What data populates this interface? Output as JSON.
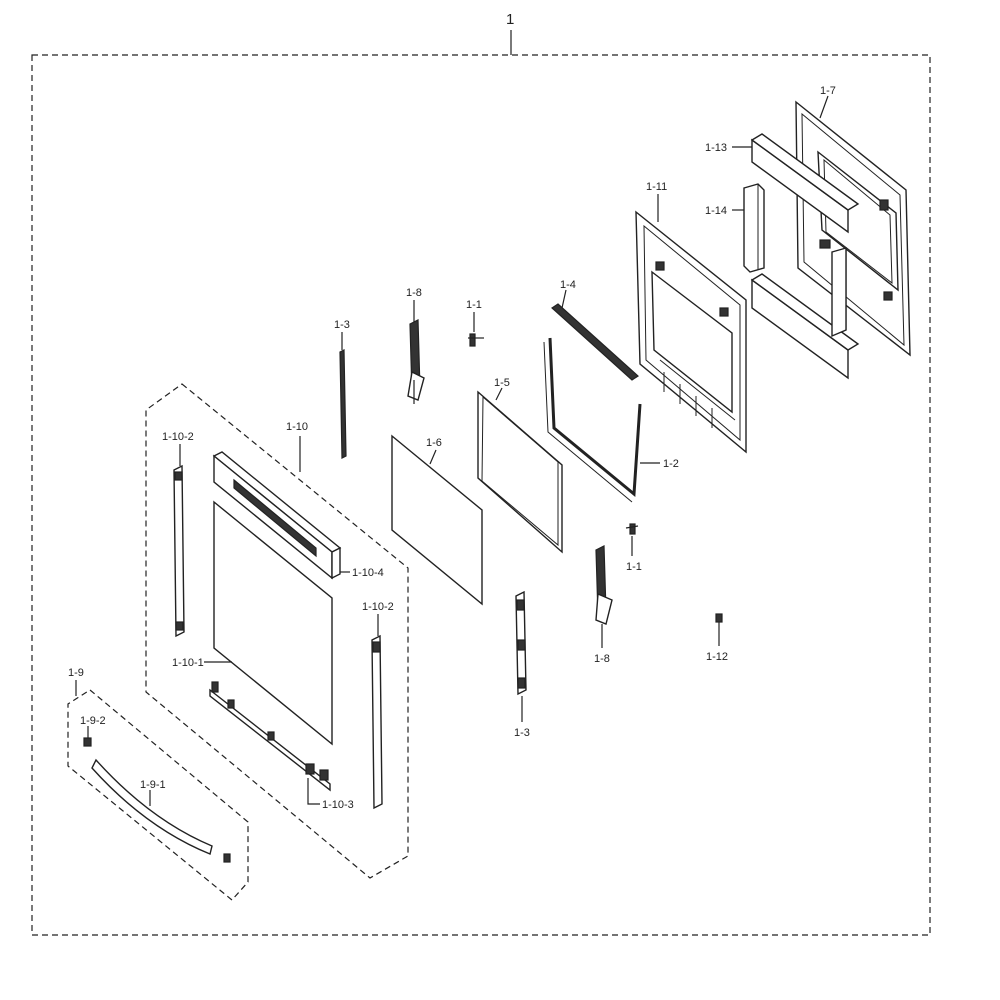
{
  "labels": {
    "assembly": "1",
    "l_1_7": "1-7",
    "l_1_13": "1-13",
    "l_1_14": "1-14",
    "l_1_11": "1-11",
    "l_1_4": "1-4",
    "l_1_1_top": "1-1",
    "l_1_8_top": "1-8",
    "l_1_3_top": "1-3",
    "l_1_5": "1-5",
    "l_1_6": "1-6",
    "l_1_2": "1-2",
    "l_1_1_bottom": "1-1",
    "l_1_8_bottom": "1-8",
    "l_1_12": "1-12",
    "l_1_3_bottom": "1-3",
    "l_1_10": "1-10",
    "l_1_10_2_left": "1-10-2",
    "l_1_10_2_right": "1-10-2",
    "l_1_10_4": "1-10-4",
    "l_1_10_1": "1-10-1",
    "l_1_10_3": "1-10-3",
    "l_1_9": "1-9",
    "l_1_9_2": "1-9-2",
    "l_1_9_1": "1-9-1"
  }
}
